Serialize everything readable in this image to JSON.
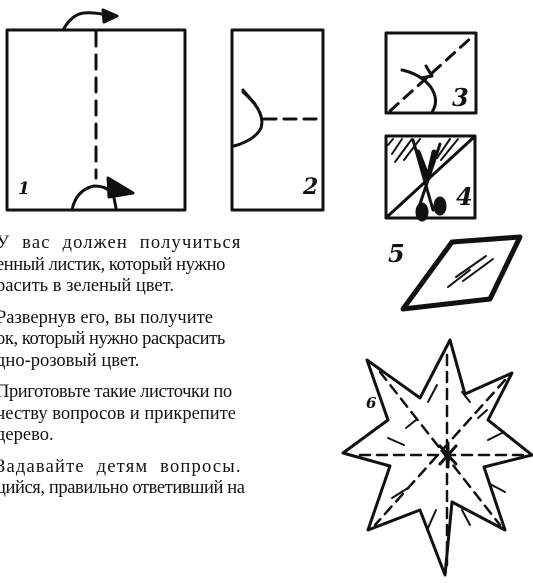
{
  "figures": {
    "fig1_number": "1",
    "fig2_number": "2",
    "fig3_number": "3",
    "fig4_number": "4",
    "fig5_number": "5",
    "fig6_number": "6"
  },
  "paragraphs": [
    {
      "lines": [
        "У вас должен получиться",
        "енный листик, который нужно",
        "расить в зеленый цвет."
      ]
    },
    {
      "lines": [
        "Развернув его, вы получите",
        "ок, который нужно раскрасить",
        "дно-розовый цвет."
      ]
    },
    {
      "lines": [
        "Приготовьте такие листочки по",
        "честву вопросов и прикрепите",
        "дерево."
      ]
    },
    {
      "lines": [
        "Задавайте детям вопросы.",
        "цийся, правильно ответивший на"
      ]
    }
  ]
}
